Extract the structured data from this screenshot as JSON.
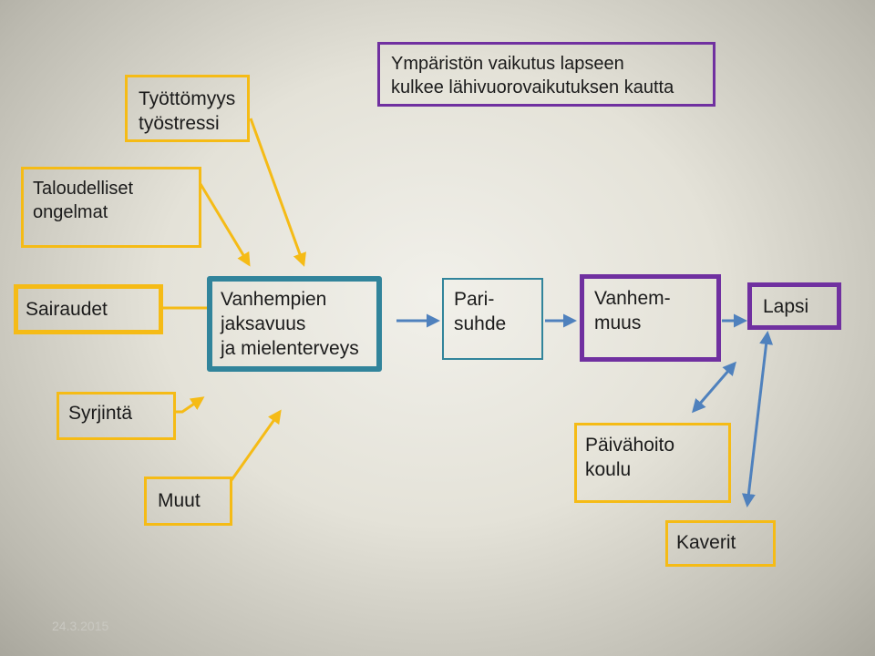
{
  "nodes": {
    "tyottomyys": "Työttömyys\ntyöstressi",
    "ymparisto": "Ympäristön vaikutus lapseen\nkulkee lähivuorovaikutuksen kautta",
    "taloudelliset": "Taloudelliset\nongelmat",
    "sairaudet": "Sairaudet",
    "vanhempien": "Vanhempien\njaksavuus\nja mielenterveys",
    "parisuhde": "Pari-\nsuhde",
    "vanhemmuus": "Vanhem-\nmuus",
    "lapsi": "Lapsi",
    "syrjinta": "Syrjintä",
    "muut": "Muut",
    "paivahoito": "Päivähoito\nkoulu",
    "kaverit": "Kaverit"
  },
  "footer": {
    "date": "24.3.2015"
  },
  "colors": {
    "gold": "#f5bb16",
    "purple": "#7030a0",
    "teal": "#31849b",
    "blue_arrow": "#4f81bd"
  }
}
